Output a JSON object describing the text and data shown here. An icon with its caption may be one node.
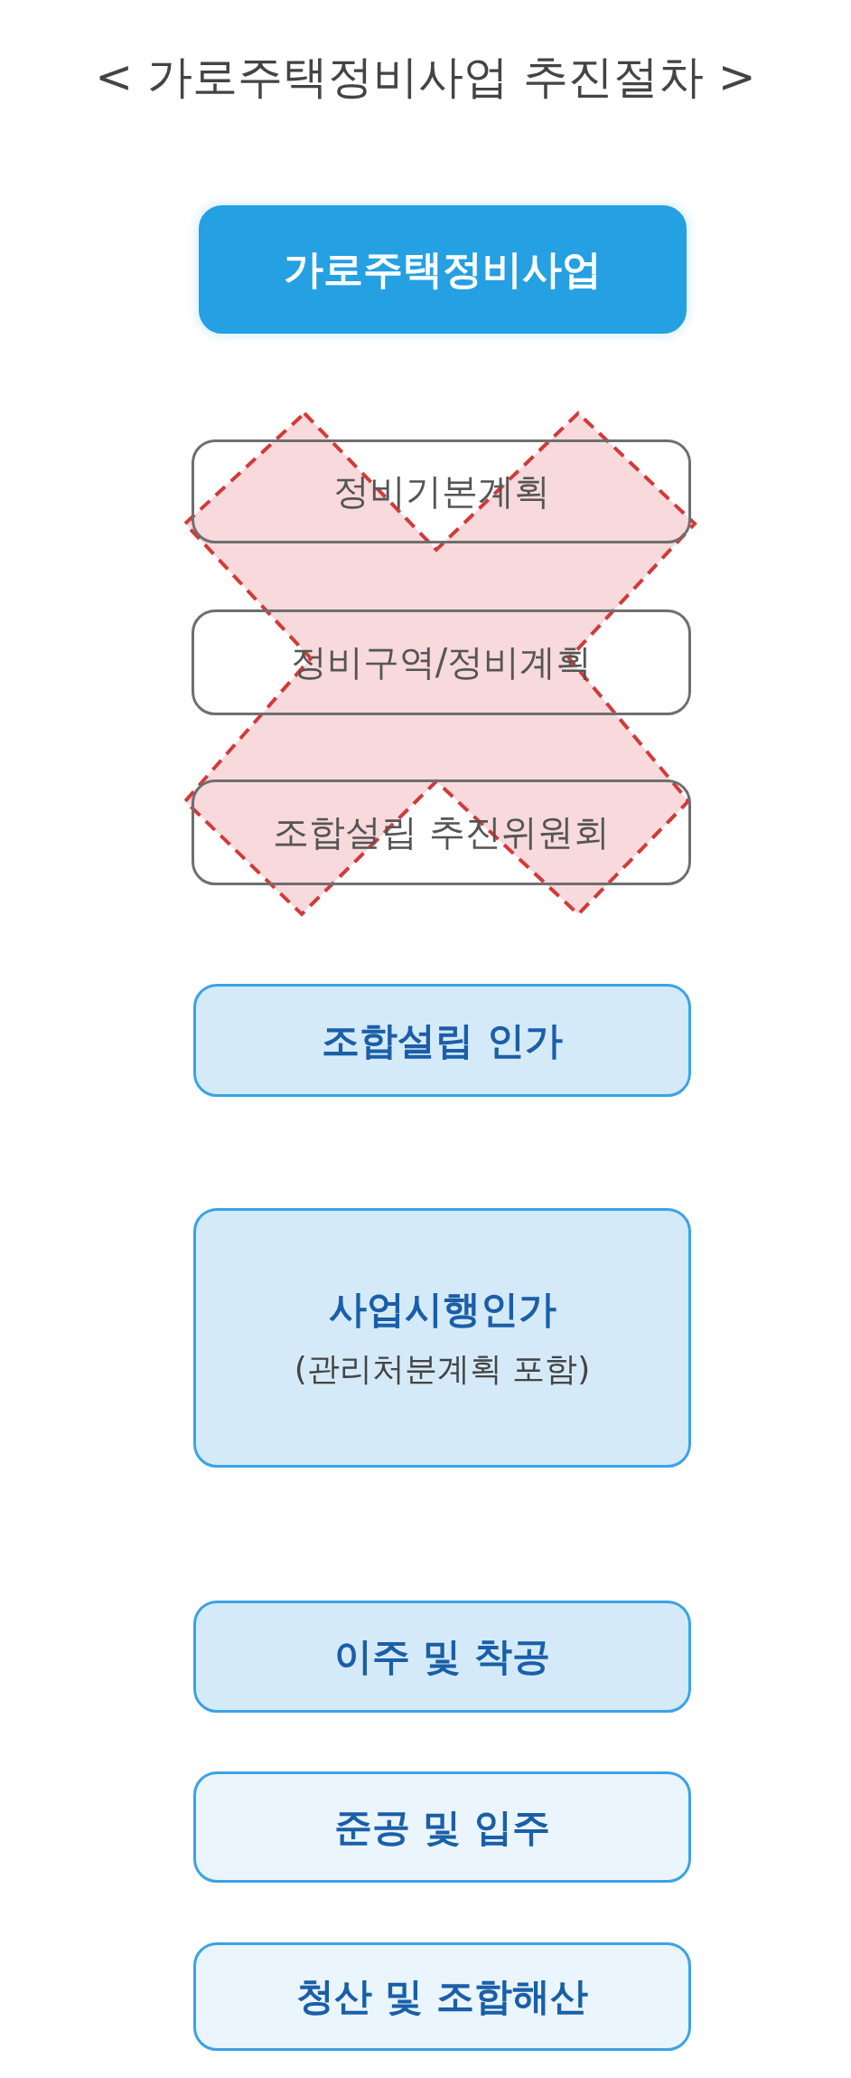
{
  "diagram": {
    "title": "< 가로주택정비사업 추진절차 >",
    "nodes": [
      {
        "text": [
          "가로주택정비사업"
        ]
      },
      {
        "text": [
          "정비기본계획"
        ]
      },
      {
        "text": [
          "정비구역/정비계획"
        ]
      },
      {
        "text": [
          "조합설립 추진위원회"
        ]
      },
      {
        "text": [
          "조합설립 인가"
        ]
      },
      {
        "text": [
          "사업시행인가",
          "(관리처분계획 포함)"
        ]
      },
      {
        "text": [
          "이주 및 착공"
        ]
      },
      {
        "text": [
          "준공 및 입주"
        ]
      },
      {
        "text": [
          "청산 및 조합해산"
        ]
      }
    ]
  }
}
